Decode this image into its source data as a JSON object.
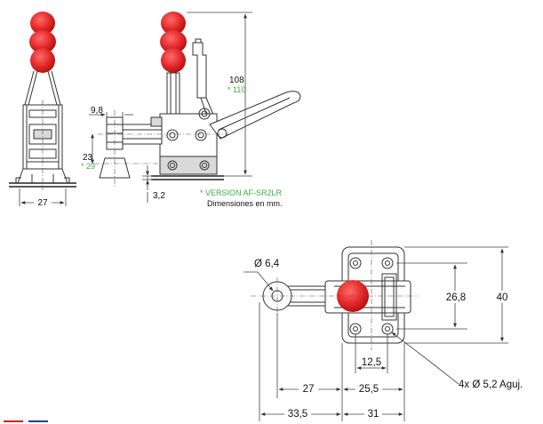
{
  "front_view": {
    "dim_width": "27"
  },
  "side_view": {
    "dim_height": "108",
    "dim_height_alt": "* 110",
    "dim_small_top": "9,8",
    "dim_arm": "23",
    "dim_arm_alt": "* 29",
    "dim_base": "3,2",
    "note_version": "* VERSION AF-SR2LR",
    "note_units": "Dimensiones en mm."
  },
  "plan_view": {
    "dim_hole": "Ø 6,4",
    "dim_width_plate": "26,8",
    "dim_height_plate": "40",
    "dim_hole_spacing": "12,5",
    "dim_holes_note": "4x Ø 5,2 Aguj.",
    "dim_27": "27",
    "dim_25_5": "25,5",
    "dim_33_5": "33,5",
    "dim_31": "31"
  },
  "colors": {
    "handle_red": "#e52a2a",
    "green_note": "#3cb043",
    "flag_red": "#d62020",
    "flag_blue": "#1f3f9a"
  }
}
